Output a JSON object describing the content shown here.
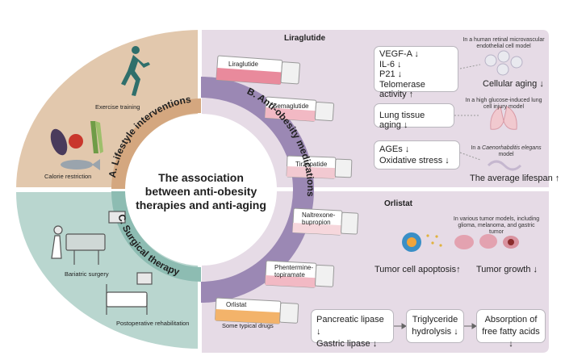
{
  "center_title": [
    "The association",
    "between anti-obesity",
    "therapies and anti-aging"
  ],
  "sections": {
    "a": "A. Lifestyle interventions",
    "b": "B. Anti-obesity medications",
    "c": "C. Surgical therapy"
  },
  "lifestyle": {
    "exercise": "Exercise training",
    "calorie": "Calorie restriction"
  },
  "surgery": {
    "bariatric": "Bariatric surgery",
    "rehab": "Postoperative rehabilitation"
  },
  "drugs": {
    "liraglutide": "Liraglutide",
    "semaglutide": "Semaglutide",
    "tirzepatide": "Tirzepatide",
    "naltrexone": [
      "Naltrexone-",
      "bupropion"
    ],
    "phentermine": [
      "Phentermine-",
      "topiramate"
    ],
    "orlistat": "Orlistat",
    "caption": "Some typical drugs"
  },
  "liraglutide_panel": {
    "title": "Liraglutide",
    "markers": [
      "VEGF-A ↓",
      "IL-6 ↓",
      "P21 ↓",
      "Telomerase activity ↑"
    ],
    "model1": "In a human retinal microvascular endothelial cell model",
    "outcome1": "Cellular aging ↓",
    "lung": "Lung tissue aging ↓",
    "model2": "In a high glucose-induced lung cell injury model",
    "stress": [
      "AGEs ↓",
      "Oxidative stress ↓"
    ],
    "model3_prefix": "In a ",
    "model3_italic": "Caenorhabditis elegans",
    "model3_suffix": " model",
    "outcome3": "The average lifespan ↑"
  },
  "orlistat_panel": {
    "title": "Orlistat",
    "model": "In various tumor models, including glioma, melanoma, and gastric tumor",
    "apoptosis": "Tumor cell apoptosis↑",
    "growth": "Tumor growth ↓",
    "lipase": [
      "Pancreatic lipase ↓",
      "Gastric lipase ↓"
    ],
    "triglyceride": [
      "Triglyceride",
      "hydrolysis ↓"
    ],
    "absorption": [
      "Absorption of",
      "free fatty acids ↓"
    ]
  },
  "colors": {
    "lifestyle": "#e2c8ad",
    "medications": "#e6dbe6",
    "surgery": "#b9d6cf",
    "arc": "#9b88b4",
    "panel": "#e6dbe6"
  }
}
